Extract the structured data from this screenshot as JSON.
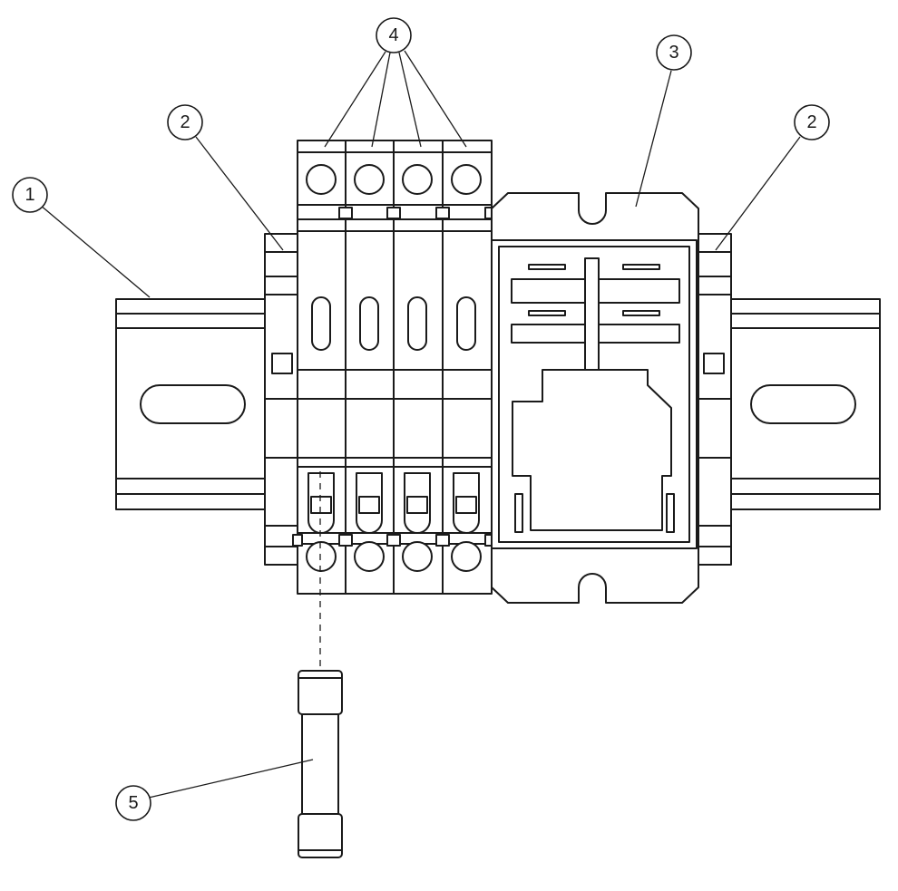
{
  "callouts": [
    {
      "id": "c1",
      "label": "1"
    },
    {
      "id": "c2a",
      "label": "2"
    },
    {
      "id": "c2b",
      "label": "2"
    },
    {
      "id": "c3",
      "label": "3"
    },
    {
      "id": "c4",
      "label": "4"
    },
    {
      "id": "c5",
      "label": "5"
    }
  ]
}
